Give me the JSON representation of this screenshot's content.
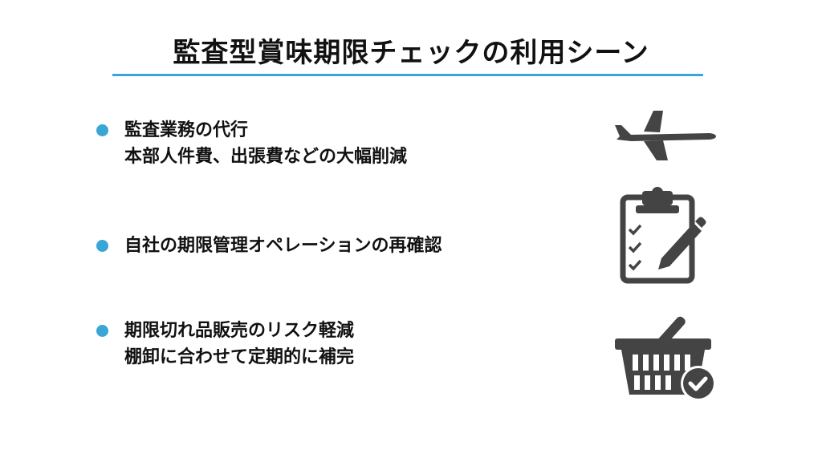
{
  "title": "監査型賞味期限チェックの利用シーン",
  "accent_color": "#3aa6d6",
  "icon_color": "#444444",
  "items": [
    {
      "line1": "監査業務の代行",
      "line2": "本部人件費、出張費などの大幅削減",
      "icon": "airplane-icon"
    },
    {
      "line1": "自社の期限管理オペレーションの再確認",
      "line2": "",
      "icon": "clipboard-checklist-icon"
    },
    {
      "line1": "期限切れ品販売のリスク軽減",
      "line2": "棚卸に合わせて定期的に補完",
      "icon": "shopping-basket-check-icon"
    }
  ]
}
